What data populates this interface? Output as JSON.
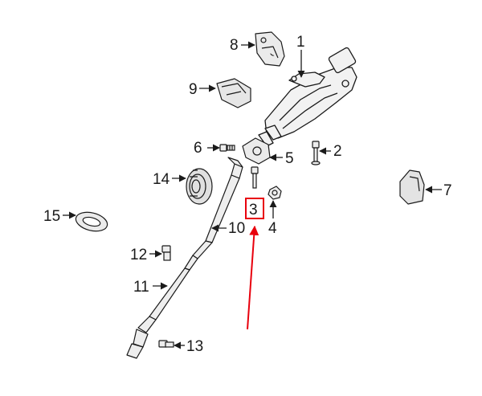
{
  "diagram": {
    "callouts": {
      "c1": "1",
      "c2": "2",
      "c3": "3",
      "c4": "4",
      "c5": "5",
      "c6": "6",
      "c7": "7",
      "c8": "8",
      "c9": "9",
      "c10": "10",
      "c11": "11",
      "c12": "12",
      "c13": "13",
      "c14": "14",
      "c15": "15"
    },
    "highlight_color": "#e8000d",
    "line_color": "#1a1a1a"
  }
}
